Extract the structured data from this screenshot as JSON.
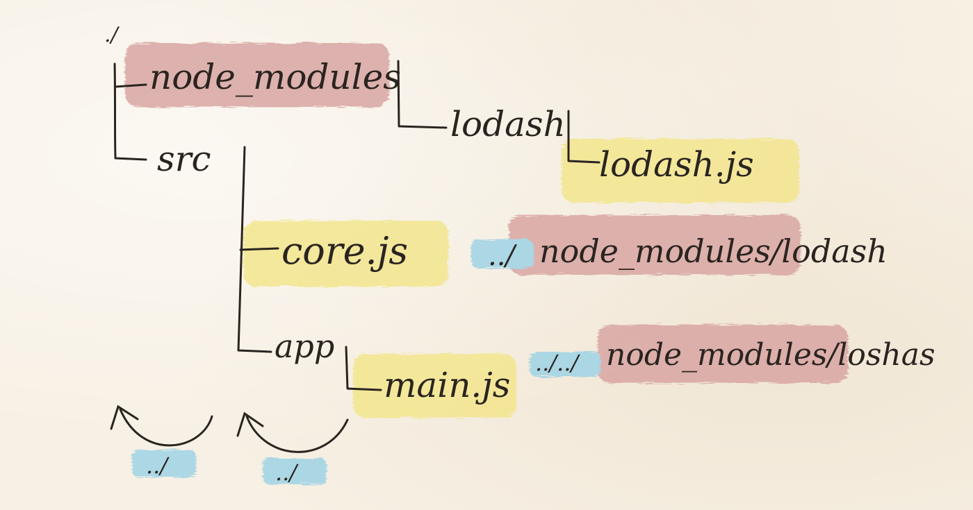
{
  "tree": {
    "root_label": "./",
    "node_modules_label": "node_modules",
    "lodash_folder_label": "lodash",
    "lodash_file_label": "lodash.js",
    "src_label": "src",
    "core_file_label": "core.js",
    "app_folder_label": "app",
    "main_file_label": "main.js"
  },
  "paths": {
    "core_prefix": "../",
    "core_rest": "node_modules/lodash",
    "main_prefix": "../../",
    "main_rest": "node_modules/loshas"
  },
  "arrows": {
    "left_label": "../",
    "right_label": "../"
  },
  "colors": {
    "ink": "#2a2420",
    "folder_highlight": "#d9a6a3",
    "file_highlight": "#f3e68e",
    "parent_highlight": "#9fd3e6",
    "paper": "#f7f0e4"
  }
}
